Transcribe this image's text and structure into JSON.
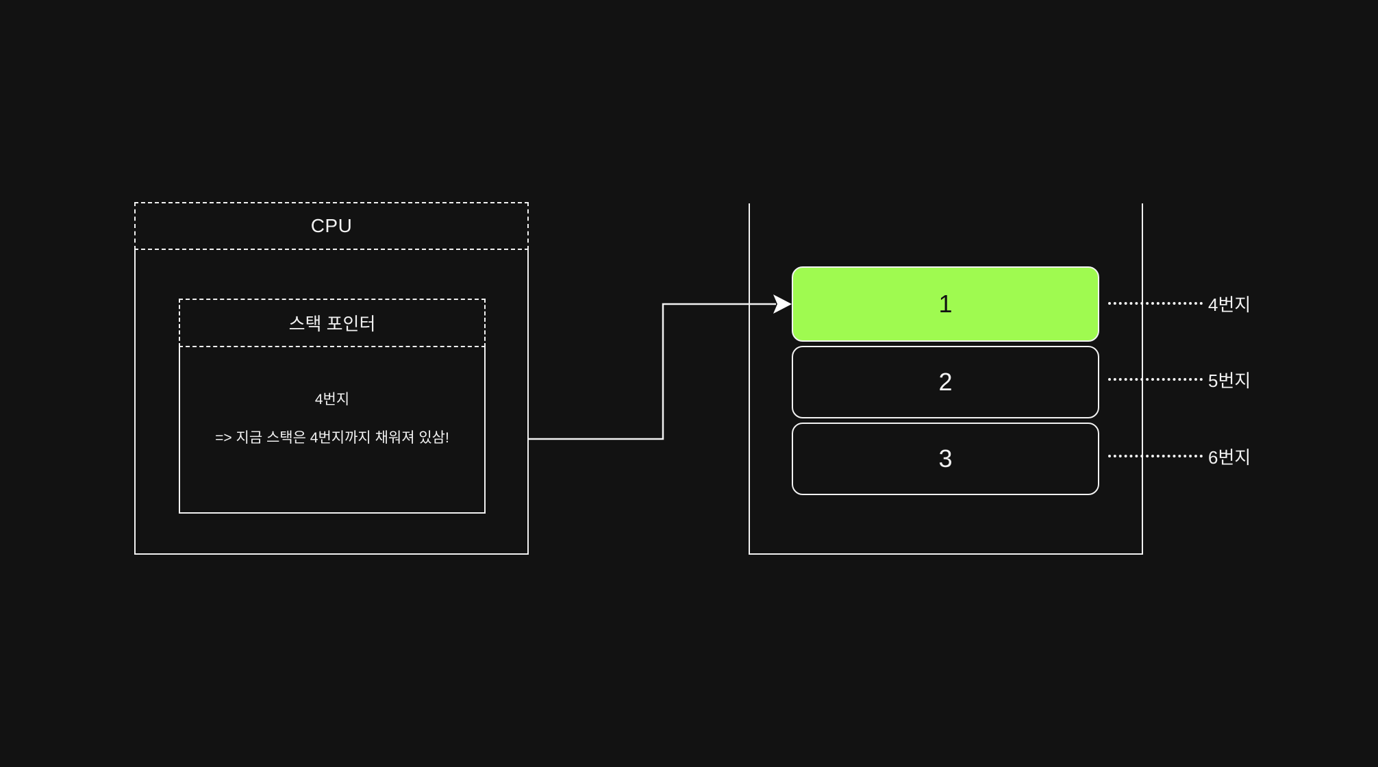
{
  "canvas": {
    "background": "#121212",
    "stroke_color": "#f2f2f2",
    "highlight_color": "#9ffa50"
  },
  "cpu": {
    "title": "CPU",
    "stack_pointer": {
      "label": "스택 포인터",
      "value": "4번지",
      "note": "=> 지금 스택은 4번지까지 채워져 있삼!"
    }
  },
  "memory": {
    "cells": [
      {
        "value": "1",
        "address": "4번지",
        "highlighted": true
      },
      {
        "value": "2",
        "address": "5번지",
        "highlighted": false
      },
      {
        "value": "3",
        "address": "6번지",
        "highlighted": false
      }
    ]
  }
}
